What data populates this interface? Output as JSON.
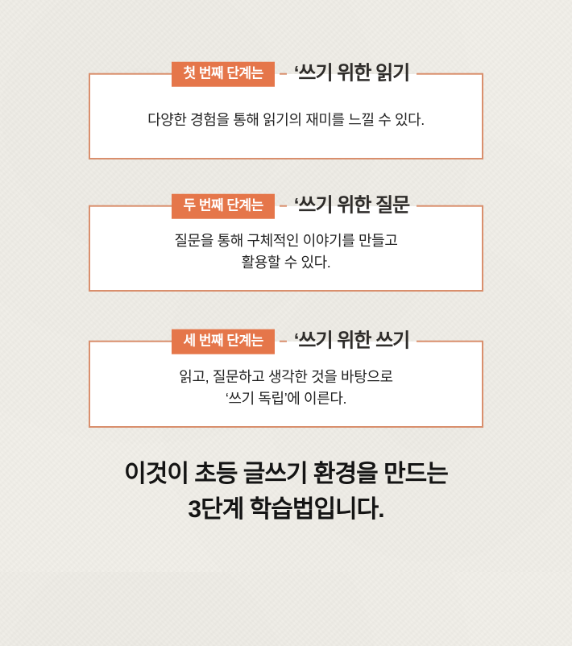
{
  "theme": {
    "background": "#f1efe9",
    "badge_color": "#e5764a",
    "border_color": "#d98f6d",
    "title_color": "#2e2c2a",
    "body_color": "#222222",
    "footer_color": "#141414"
  },
  "steps": [
    {
      "badge": "첫 번째 단계는",
      "title": "‘쓰기 위한 읽기",
      "lines": [
        "다양한 경험을 통해 읽기의 재미를 느낄 수 있다."
      ]
    },
    {
      "badge": "두 번째 단계는",
      "title": "‘쓰기 위한 질문",
      "lines": [
        "질문을 통해 구체적인 이야기를 만들고",
        "활용할 수 있다."
      ]
    },
    {
      "badge": "세 번째 단계는",
      "title": "‘쓰기 위한 쓰기",
      "lines": [
        "읽고, 질문하고 생각한 것을 바탕으로",
        "‘쓰기 독립’에 이른다."
      ]
    }
  ],
  "footer": {
    "lines": [
      "이것이 초등 글쓰기 환경을 만드는",
      "3단계 학습법입니다."
    ]
  }
}
